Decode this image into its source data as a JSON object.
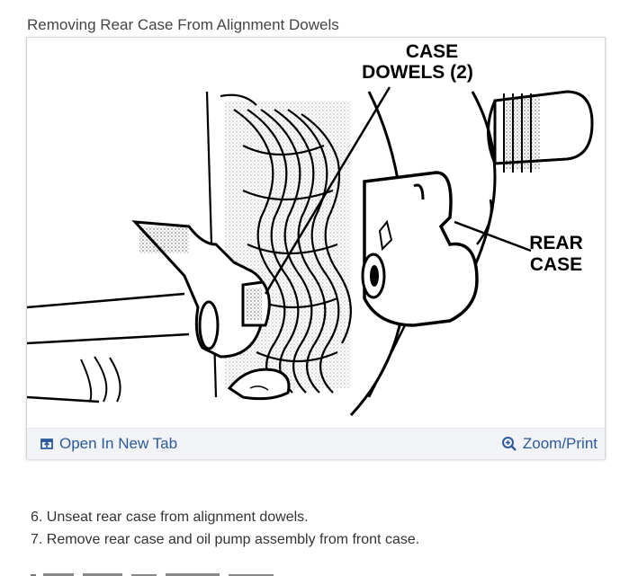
{
  "figure": {
    "title": "Removing Rear Case From Alignment Dowels",
    "callouts": {
      "case_dowels_line1": "CASE",
      "case_dowels_line2": "DOWELS (2)",
      "rear_case_line1": "REAR",
      "rear_case_line2": "CASE"
    },
    "toolbar": {
      "open_tab_label": "Open In New Tab",
      "open_tab_icon": "open-in-new-tab-icon",
      "zoom_label": "Zoom/Print",
      "zoom_icon": "zoom-in-icon",
      "link_color": "#2b5a9c",
      "bar_color": "#f1f3f7"
    }
  },
  "steps": [
    "6. Unseat rear case from alignment dowels.",
    "7. Remove rear case and oil pump assembly from front case."
  ]
}
